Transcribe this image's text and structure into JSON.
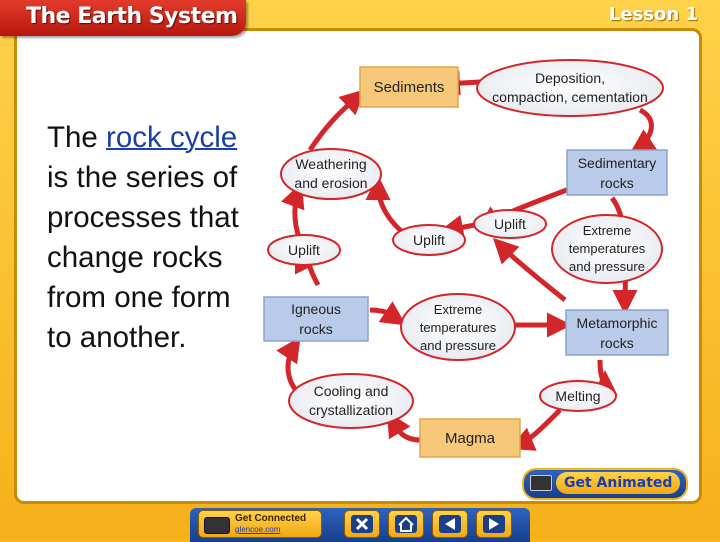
{
  "header": {
    "title": "The Earth System",
    "lesson": "Lesson 1"
  },
  "body": {
    "pre": "The ",
    "link": "rock cycle ",
    "post": "is the series of processes that change rocks from one form to another."
  },
  "diagram": {
    "sediments": "Sediments",
    "deposition": [
      "Deposition,",
      "compaction, cementation"
    ],
    "weathering": [
      "Weathering",
      "and erosion"
    ],
    "sedimentary": [
      "Sedimentary",
      "rocks"
    ],
    "uplift_a": "Uplift",
    "uplift_b": "Uplift",
    "uplift_c": "Uplift",
    "extreme_a": [
      "Extreme",
      "temperatures",
      "and pressure"
    ],
    "igneous": [
      "Igneous",
      "rocks"
    ],
    "extreme_b": [
      "Extreme",
      "temperatures",
      "and pressure"
    ],
    "metamorphic": [
      "Metamorphic",
      "rocks"
    ],
    "cooling": [
      "Cooling and",
      "crystallization"
    ],
    "melting": "Melting",
    "magma": "Magma"
  },
  "buttons": {
    "get_animated": "Get Animated",
    "get_connected": "Get Connected",
    "get_connected_url": "glencoe.com"
  },
  "colors": {
    "box_fill": "#f7c77a",
    "box_blue": "#b9cbe9",
    "arrow": "#d3262a"
  }
}
